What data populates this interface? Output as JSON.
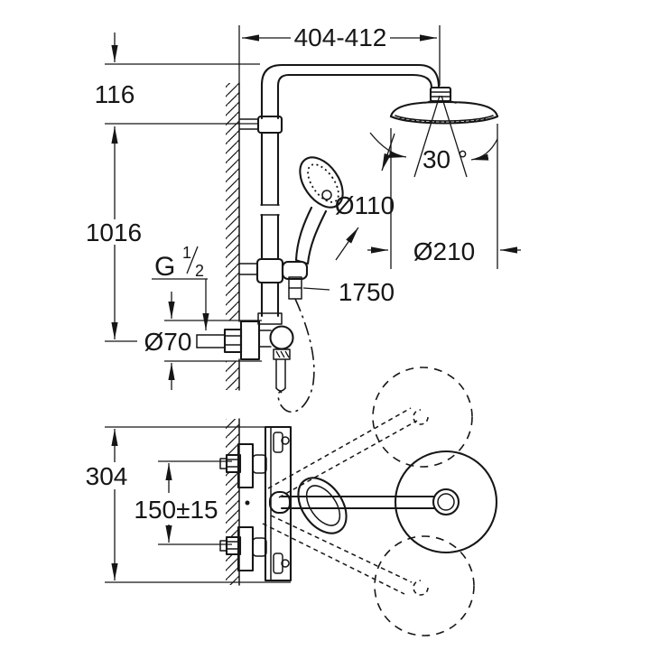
{
  "drawing": {
    "type": "shower-system-installation-dimensions",
    "units": "mm",
    "dimensions": {
      "arm_projection": "404-412",
      "head_to_bracket": "116",
      "rail_height": "1016",
      "thread_prefix": "G",
      "thread_numerator": "1",
      "thread_denominator": "2",
      "supply_escutcheon_diameter": "Ø70",
      "hand_shower_diameter": "Ø110",
      "head_shower_diameter": "Ø210",
      "head_swivel_angle": "30 °",
      "hose_length": "1750",
      "mixer_height": "304",
      "inlet_spacing": "150±15"
    },
    "line_color": "#161616",
    "background_color": "#ffffff"
  }
}
